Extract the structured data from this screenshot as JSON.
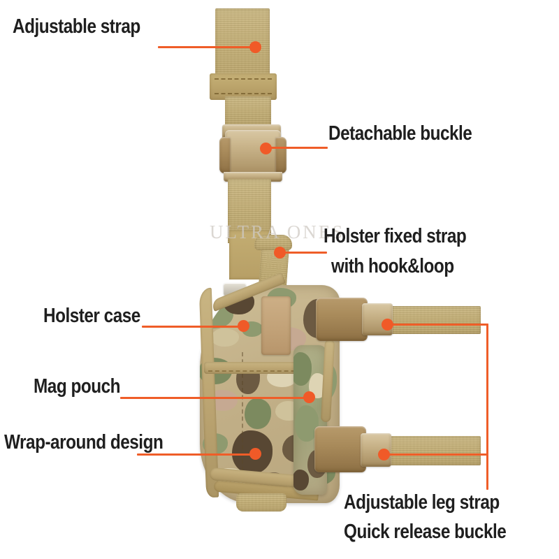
{
  "image": {
    "subject": "tactical drop-leg holster",
    "background_color": "#ffffff",
    "accent_color": "#f05a28",
    "text_color": "#1f1f1f",
    "watermark": "ULTRA ONES"
  },
  "callouts": [
    {
      "id": "adjustable-strap",
      "label": "Adjustable strap"
    },
    {
      "id": "detachable-buckle",
      "label": "Detachable buckle"
    },
    {
      "id": "holster-fixed-strap-line1",
      "label": "Holster fixed strap"
    },
    {
      "id": "holster-fixed-strap-line2",
      "label": "with hook&loop"
    },
    {
      "id": "holster-case",
      "label": "Holster case"
    },
    {
      "id": "mag-pouch",
      "label": "Mag pouch"
    },
    {
      "id": "wrap-around-design",
      "label": "Wrap-around design"
    },
    {
      "id": "adjustable-leg-strap",
      "label": "Adjustable leg strap"
    },
    {
      "id": "quick-release-buckle",
      "label": "Quick release buckle"
    }
  ]
}
